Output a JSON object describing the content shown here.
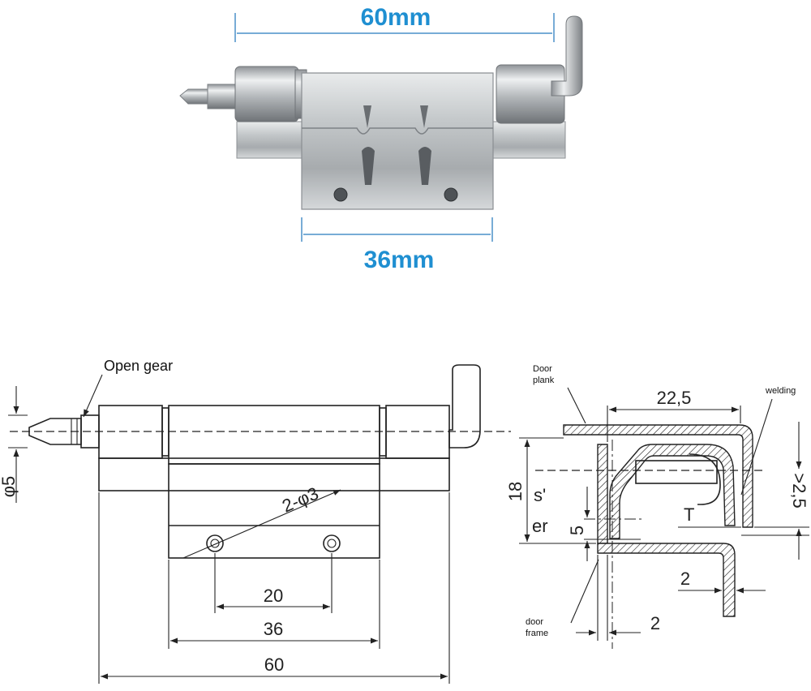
{
  "photo": {
    "top_dimension": "60mm",
    "bottom_dimension": "36mm",
    "colors": {
      "dimension_text": "#1f8fd1",
      "dimension_line": "#4a90c8",
      "steel": "#bfc3c6"
    }
  },
  "front_view": {
    "open_gear_label": "Open gear",
    "bolt_diameter": "φ5",
    "holes_label": "2-φ3",
    "hole_spacing": "20",
    "plate_width": "36",
    "overall_length": "60"
  },
  "section_view": {
    "door_plank_line1": "Door",
    "door_plank_line2": "plank",
    "welding_label": "welding",
    "width_22_5": "22,5",
    "height_18": "18",
    "gap_2_5": ">2,5",
    "label_s": "s'",
    "label_er": "er",
    "dim_5": "5",
    "label_T": "T",
    "thickness_right": "2",
    "thickness_bottom": "2",
    "door_frame_line1": "door",
    "door_frame_line2": "frame"
  }
}
